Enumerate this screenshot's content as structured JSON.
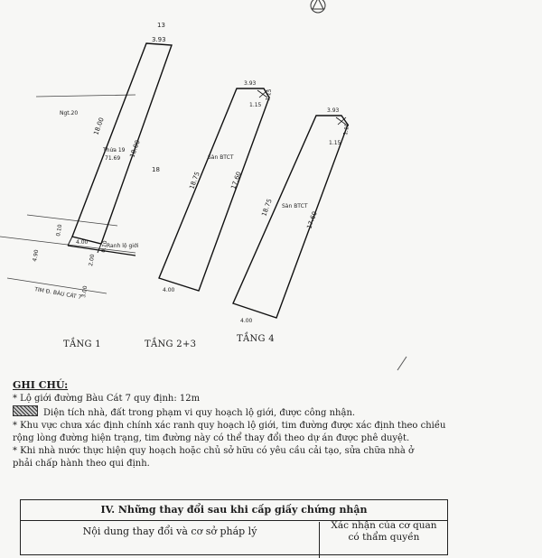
{
  "plan": {
    "top_label": "13",
    "plot_label": "Thửa 19",
    "plot_area": "71.69",
    "left_neighbor": "Ngt.20",
    "center_number": "18",
    "setback_label": "Ranh lộ giới",
    "street_label": "TIM Đ. BÀU CÁT 7",
    "floor1_dims": {
      "top": "3.93",
      "left": "18.00",
      "right": "18.00",
      "bottom": "4.00",
      "small_a": "0.10",
      "small_b": "0.10",
      "setback": "2.00",
      "road": "3.00",
      "road_side": "4.90"
    },
    "floor23_dims": {
      "top": "3.93",
      "corner_a": "1.15",
      "corner_b": "1.15",
      "left": "18.75",
      "right": "17.60",
      "bottom": "4.00",
      "inside": "Sàn BTCT"
    },
    "floor4_dims": {
      "top": "3.93",
      "corner_a": "1.15",
      "corner_b": "1.15",
      "left": "18.75",
      "right": "17.60",
      "bottom": "4.00",
      "inside": "Sàn BTCT"
    }
  },
  "floors": {
    "floor1": "TẦNG 1",
    "floor23": "TẦNG 2+3",
    "floor4": "TẦNG 4"
  },
  "notes": {
    "heading": "GHI CHÚ:",
    "line1": "* Lộ giới đường Bàu Cát 7 quy định: 12m",
    "line2": "Diện tích nhà, đất trong phạm vi quy hoạch lộ giới, được công nhận.",
    "line3": "* Khu vực chưa xác định chính xác ranh quy hoạch lộ giới, tim đường được xác định theo chiều",
    "line4": "rộng lòng đường hiện trạng, tim đường này có thể thay đổi theo dự án được phê duyệt.",
    "line5": "* Khi nhà nước thực hiện quy hoạch hoặc chủ sở hữu có yêu cầu cải tạo, sửa chữa nhà ở",
    "line6": "phải chấp hành theo qui định."
  },
  "section4": {
    "title": "IV. Những thay đổi sau khi cấp giấy chứng nhận",
    "col_left": "Nội dung thay đổi và cơ sở pháp lý",
    "col_right_1": "Xác nhận của cơ quan",
    "col_right_2": "có thẩm quyền"
  }
}
